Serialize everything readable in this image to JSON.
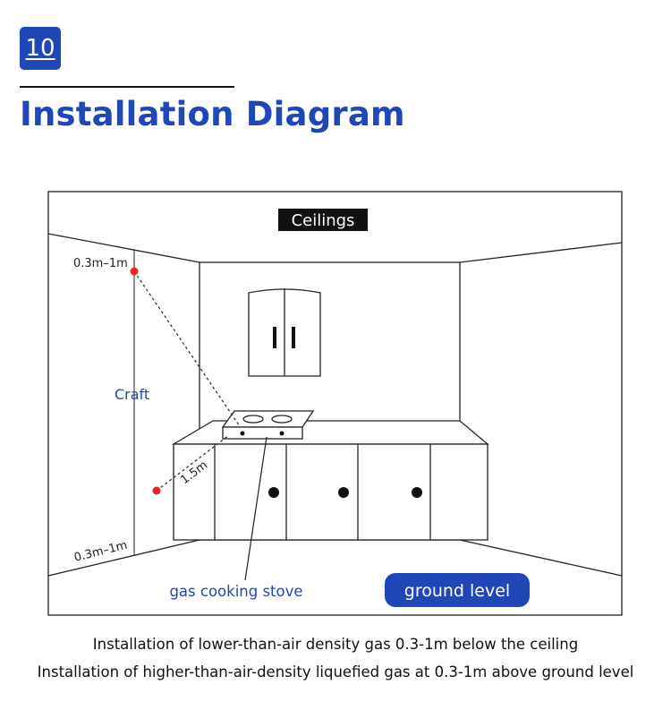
{
  "header": {
    "step_number": "10",
    "title": "Installation Diagram"
  },
  "diagram": {
    "ceiling_label": "Ceilings",
    "top_distance_label": "0.3m–1m",
    "craft_label": "Craft",
    "stove_distance_label": "1.5m",
    "bottom_distance_label": "0.3m–1m",
    "stove_label": "gas cooking stove",
    "ground_label": "ground level"
  },
  "captions": {
    "line1": "Installation of lower-than-air density gas 0.3-1m below the ceiling",
    "line2": "Installation of higher-than-air-density liquefied gas at 0.3-1m above ground level"
  },
  "colors": {
    "brand_blue": "#1f47b8",
    "sensor_red": "#e0262b"
  }
}
